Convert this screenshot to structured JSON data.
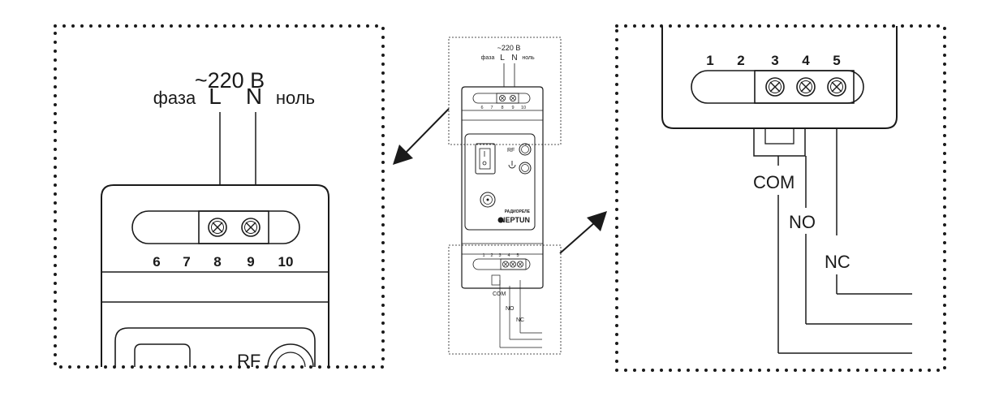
{
  "power": {
    "voltage": "~220 В",
    "phase_word": "фаза",
    "phase_letter": "L",
    "neutral_letter": "N",
    "neutral_word": "ноль"
  },
  "power_terminals": [
    "6",
    "7",
    "8",
    "9",
    "10"
  ],
  "relay_terminals": [
    "1",
    "2",
    "3",
    "4",
    "5"
  ],
  "relay_outputs": {
    "com": "COM",
    "no": "NO",
    "nc": "NC"
  },
  "device": {
    "rf_label": "RF",
    "brand_caption": "РАДИОРЕЛЕ",
    "brand_name": "NEPTUN",
    "power_icon": "power-icon"
  },
  "colors": {
    "line": "#1a1a1a",
    "background": "#ffffff"
  }
}
